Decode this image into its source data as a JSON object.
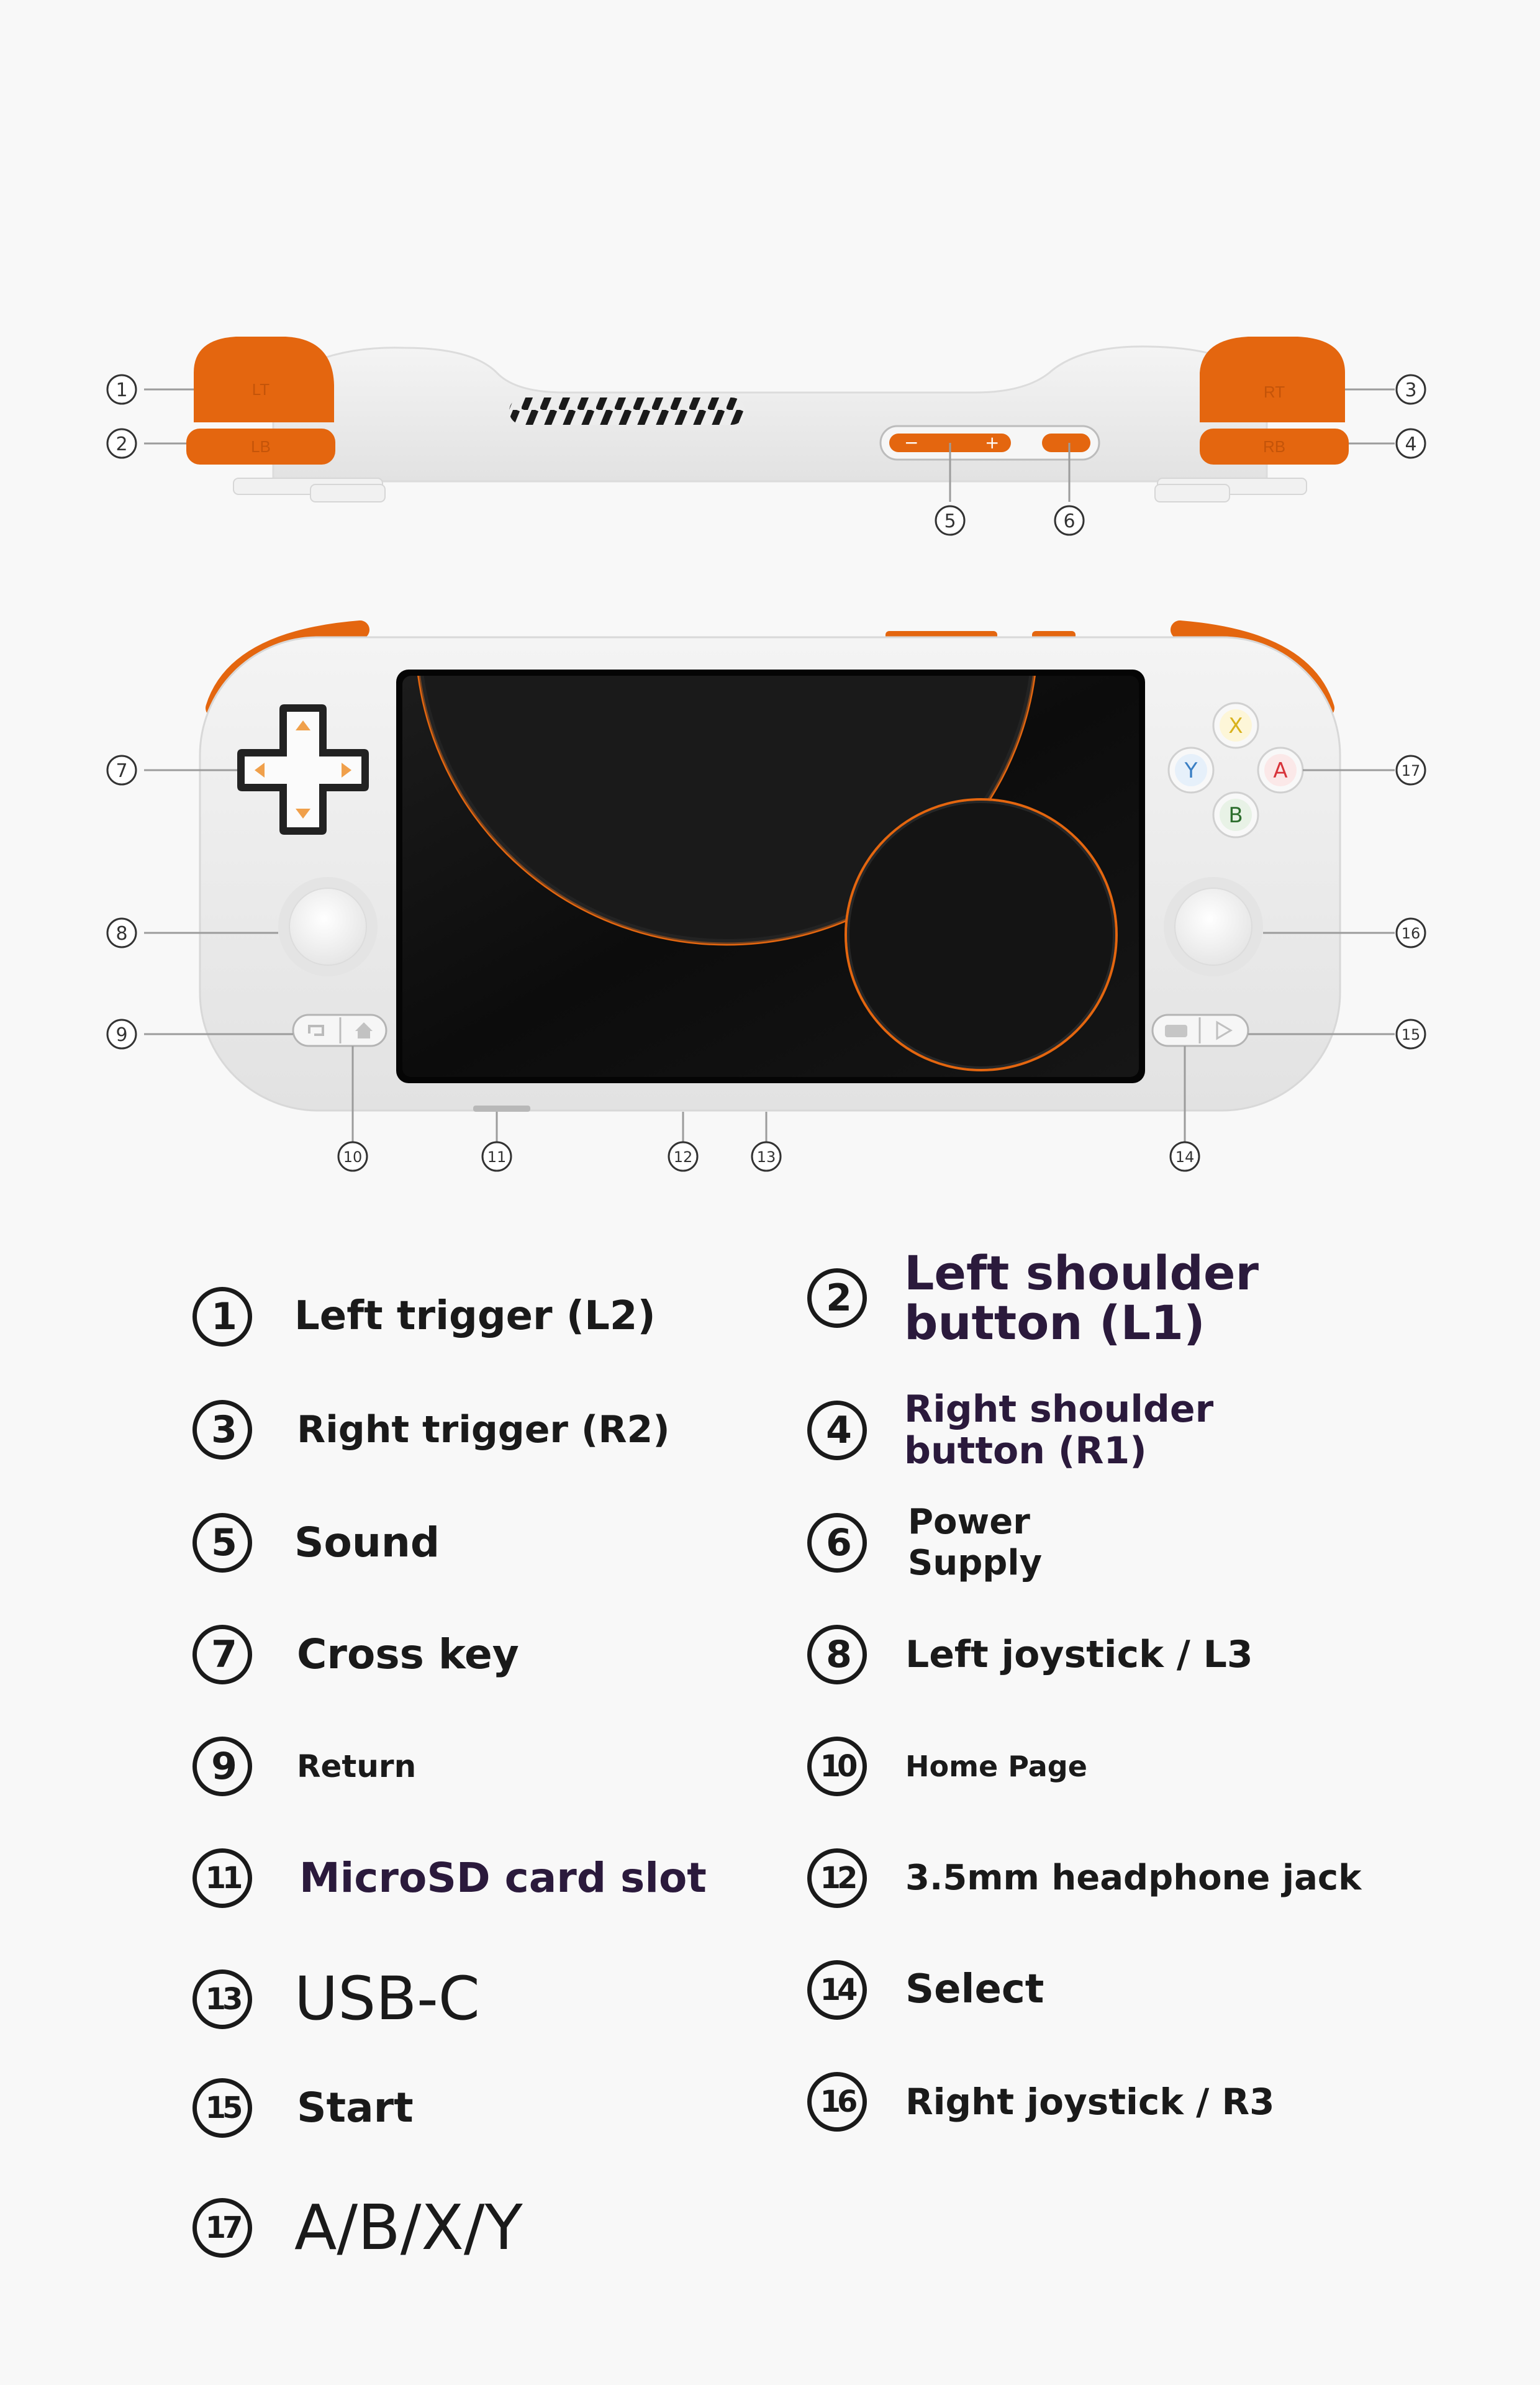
{
  "colors": {
    "background": "#f8f8f8",
    "body": "#ededed",
    "accent_orange": "#e4660f",
    "screen": "#101010",
    "text": "#1a1a1a",
    "text_purple": "#2b1a3c",
    "button_x": "#d9b21c",
    "button_a": "#d8333a",
    "button_y": "#3a7fc4",
    "button_b": "#2d6e2d"
  },
  "callout_markers": [
    "1",
    "2",
    "3",
    "4",
    "5",
    "6",
    "7",
    "8",
    "9",
    "10",
    "11",
    "12",
    "13",
    "14",
    "15",
    "16",
    "17"
  ],
  "device_labels": {
    "lt": "LT",
    "lb": "LB",
    "rt": "RT",
    "rb": "RB",
    "vol_minus": "−",
    "vol_plus": "+",
    "x": "X",
    "y": "Y",
    "a": "A",
    "b": "B"
  },
  "legend": [
    {
      "num": "1",
      "lines": [
        "Left trigger (L2)"
      ]
    },
    {
      "num": "2",
      "lines": [
        "Left shoulder",
        "button (L1)"
      ]
    },
    {
      "num": "3",
      "lines": [
        "Right trigger (R2)"
      ]
    },
    {
      "num": "4",
      "lines": [
        "Right shoulder",
        "button (R1)"
      ]
    },
    {
      "num": "5",
      "lines": [
        "Sound"
      ]
    },
    {
      "num": "6",
      "lines": [
        "Power",
        "Supply"
      ]
    },
    {
      "num": "7",
      "lines": [
        "Cross key"
      ]
    },
    {
      "num": "8",
      "lines": [
        "Left joystick / L3"
      ]
    },
    {
      "num": "9",
      "lines": [
        "Return"
      ]
    },
    {
      "num": "10",
      "lines": [
        "Home Page"
      ]
    },
    {
      "num": "11",
      "lines": [
        "MicroSD card slot"
      ]
    },
    {
      "num": "12",
      "lines": [
        "3.5mm headphone jack"
      ]
    },
    {
      "num": "13",
      "lines": [
        "USB-C"
      ]
    },
    {
      "num": "14",
      "lines": [
        "Select"
      ]
    },
    {
      "num": "15",
      "lines": [
        "Start"
      ]
    },
    {
      "num": "16",
      "lines": [
        "Right joystick / R3"
      ]
    },
    {
      "num": "17",
      "lines": [
        "A/B/X/Y"
      ]
    }
  ]
}
